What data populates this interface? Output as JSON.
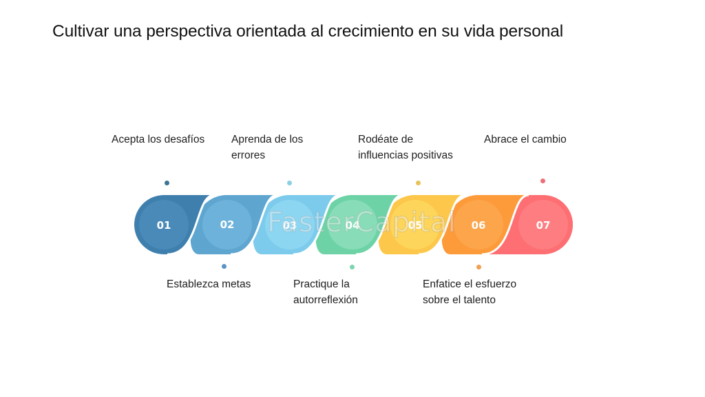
{
  "title": "Cultivar una perspectiva orientada al crecimiento en su vida personal",
  "steps": [
    {
      "number": "01",
      "label": "Acepta los desafíos",
      "position": "top",
      "color": "#3f7fad",
      "inner": "#4a8ab8",
      "dot": "#3c7495"
    },
    {
      "number": "02",
      "label": "Establezca metas",
      "position": "bottom",
      "color": "#5ea6d0",
      "inner": "#6db2da",
      "dot": "#5b93c4"
    },
    {
      "number": "03",
      "label": "Aprenda de los errores",
      "position": "top",
      "color": "#7ccbec",
      "inner": "#8dd6f2",
      "dot": "#8ad0e4"
    },
    {
      "number": "04",
      "label": "Practique la autorreflexión",
      "position": "bottom",
      "color": "#6dd3a6",
      "inner": "#88ddb8",
      "dot": "#7fd4b0"
    },
    {
      "number": "05",
      "label": "Rodéate de influencias positivas",
      "position": "top",
      "color": "#fcc74a",
      "inner": "#fdd55a",
      "dot": "#e8c35a"
    },
    {
      "number": "06",
      "label": "Enfatice el esfuerzo sobre el talento",
      "position": "bottom",
      "color": "#fd9a3a",
      "inner": "#fca54b",
      "dot": "#f0a050"
    },
    {
      "number": "07",
      "label": "Abrace el cambio",
      "position": "top",
      "color": "#fd6f73",
      "inner": "#fd7d80",
      "dot": "#ec6f78"
    }
  ],
  "labels": {
    "l1": [
      "Acepta los desafíos"
    ],
    "l2": [
      "Establezca metas"
    ],
    "l3": [
      "Aprenda de los",
      "errores"
    ],
    "l4": [
      "Practique la",
      "autorreflexión"
    ],
    "l5": [
      "Rodéate de",
      "influencias positivas"
    ],
    "l6": [
      "Enfatice el esfuerzo",
      "sobre el talento"
    ],
    "l7": [
      "Abrace el cambio"
    ]
  },
  "watermark": "FasterCapital"
}
